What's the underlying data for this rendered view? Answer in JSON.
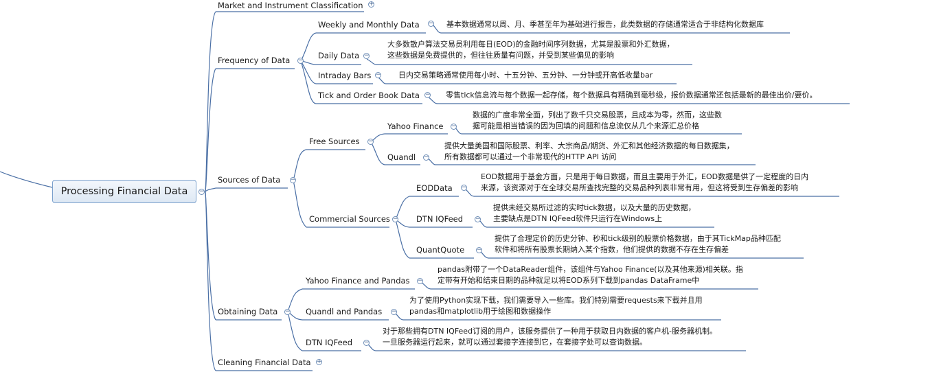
{
  "root": "Processing Financial Data",
  "branches": {
    "market": "Market and Instrument Classification",
    "frequency": {
      "label": "Frequency of Data",
      "children": [
        {
          "label": "Weekly and Monthly Data",
          "desc": [
            "基本数据通常以周、月、季甚至年为基础进行报告，此类数据的存储通常适合于非结构化数据库"
          ]
        },
        {
          "label": "Daily Data",
          "desc": [
            "大多数散户算法交易员利用每日(EOD)的金融时间序列数据，尤其是股票和外汇数据，",
            "这些数据是免费提供的，但往往质量有问题，并受到某些偏见的影响"
          ]
        },
        {
          "label": "Intraday Bars",
          "desc": [
            "日内交易策略通常使用每小时、十五分钟、五分钟、一分钟或开高低收量bar"
          ]
        },
        {
          "label": "Tick and Order Book Data",
          "desc": [
            "零售tick信息流与每个数据一起存储，每个数据具有精确到毫秒级，报价数据通常还包括最新的最佳出价/要价。"
          ]
        }
      ]
    },
    "sources": {
      "label": "Sources of Data",
      "free": {
        "label": "Free Sources",
        "children": [
          {
            "label": "Yahoo Finance",
            "desc": [
              "数据的广度非常全面，列出了数千只交易股票，且成本为零，然而，这些数",
              "据可能是相当错误的因为回填的问题和信息流仅从几个来源汇总价格"
            ]
          },
          {
            "label": "Quandl",
            "desc": [
              "提供大量美国和国际股票、利率、大宗商品/期货、外汇和其他经济数据的每日数据集，",
              "所有数据都可以通过一个非常现代的HTTP API 访问"
            ]
          }
        ]
      },
      "commercial": {
        "label": "Commercial Sources",
        "children": [
          {
            "label": "EODData",
            "desc": [
              "EOD数据用于基金方面，只是用于每日数据，而且主要用于外汇，EOD数据是供了一定程度的日内",
              "来源，该资源对于在全球交易所查找完整的交易品种列表非常有用，但这将受到生存偏差的影响"
            ]
          },
          {
            "label": "DTN IQFeed",
            "desc": [
              "提供未经交易所过滤的实时tick数据，以及大量的历史数据，",
              "主要缺点是DTN IQFeed软件只运行在Windows上"
            ]
          },
          {
            "label": "QuantQuote",
            "desc": [
              "提供了合理定价的历史分钟、秒和tick级别的股票价格数据，由于其TickMap品种匹配",
              "软件和将所有股票长期纳入某个指数，他们提供的数据不存在生存偏差"
            ]
          }
        ]
      }
    },
    "obtaining": {
      "label": "Obtaining Data",
      "children": [
        {
          "label": "Yahoo Finance and Pandas",
          "desc": [
            "pandas附带了一个DataReader组件，该组件与Yahoo Finance(以及其他来源)相关联。指",
            "定带有开始和结束日期的品种就足以将EOD系列下载到pandas DataFrame中"
          ]
        },
        {
          "label": "Quandl and Pandas",
          "desc": [
            "为了使用Python实现下载，我们需要导入一些库。我们特别需要requests来下载并且用",
            "pandas和matplotlib用于绘图和数据操作"
          ]
        },
        {
          "label": "DTN IQFeed",
          "desc": [
            "对于那些拥有DTN IQFeed订阅的用户，该服务提供了一种用于获取日内数据的客户机-服务器机制。",
            "一旦服务器运行起来，就可以通过套接字连接到它，在套接字处可以查询数据。"
          ]
        }
      ]
    },
    "cleaning": "Cleaning Financial Data"
  },
  "toggle_glyphs": {
    "collapsed": "+",
    "expanded": "−"
  },
  "colors": {
    "line": "#4a6fa5",
    "root_border": "#7aa0cc",
    "root_fill": "#dde8f4"
  }
}
